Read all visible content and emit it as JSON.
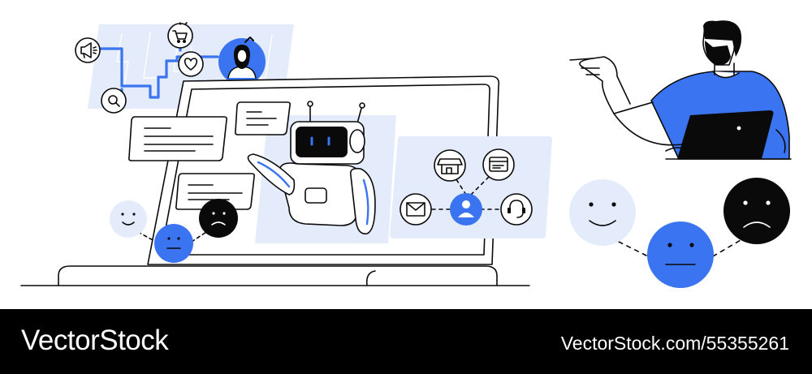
{
  "colors": {
    "accent": "#3b74f0",
    "accent_light": "#e4ecfb",
    "ink": "#0a0a0a",
    "banner": "#000000",
    "banner_text": "#ffffff"
  },
  "illustration": {
    "icons": [
      "megaphone-icon",
      "cart-icon",
      "heart-icon",
      "search-icon",
      "user-avatar-icon",
      "store-icon",
      "browser-window-icon",
      "mail-icon",
      "user-icon",
      "headset-icon",
      "robot",
      "laptop"
    ],
    "moods": [
      "happy",
      "neutral",
      "sad"
    ]
  },
  "watermark": {
    "brand": "VectorStock",
    "image_id": "VectorStock.com/55355261"
  }
}
